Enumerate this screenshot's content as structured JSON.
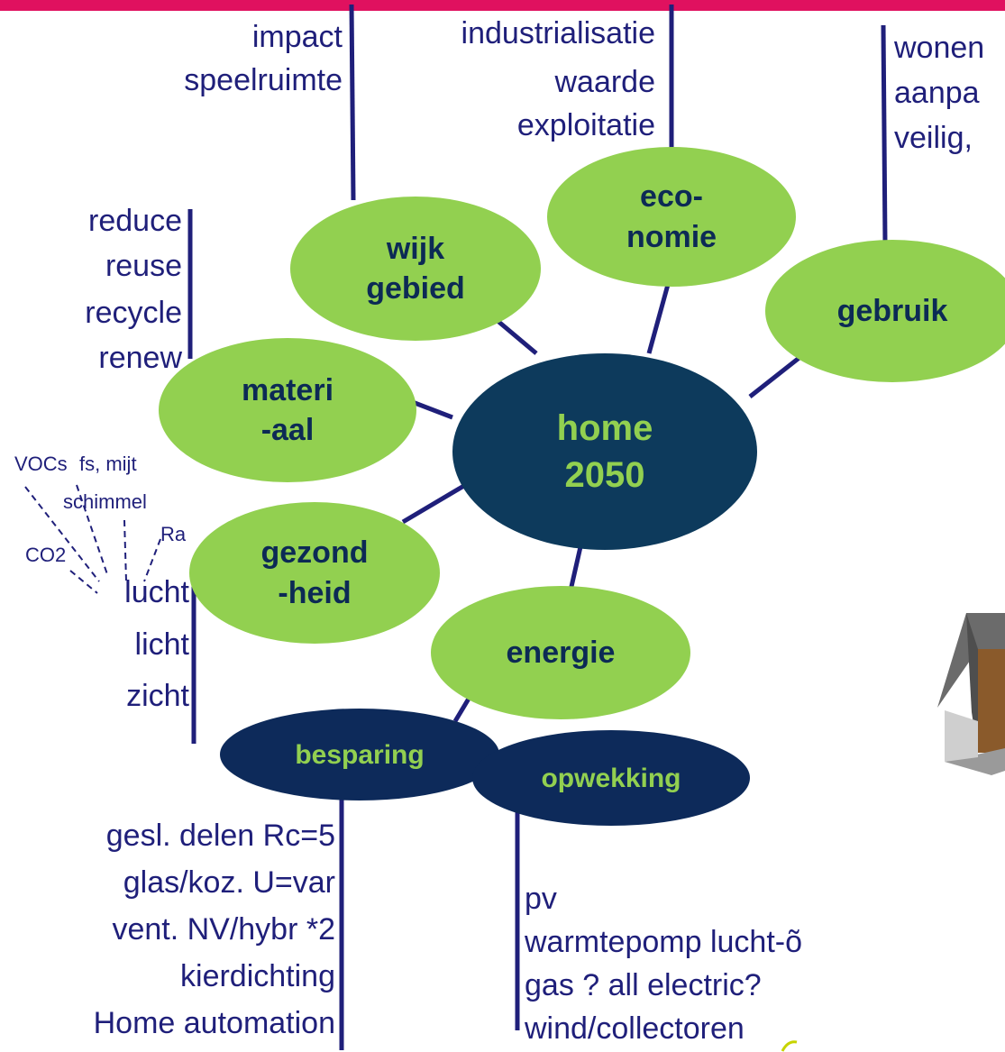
{
  "center": {
    "line1": "home",
    "line2": "2050"
  },
  "nodes": {
    "wijk": {
      "line1": "wijk",
      "line2": "gebied"
    },
    "economie": {
      "line1": "eco-",
      "line2": "nomie"
    },
    "gebruik": {
      "line1": "gebruik"
    },
    "materiaal": {
      "line1": "materi",
      "line2": "-aal"
    },
    "gezondheid": {
      "line1": "gezond",
      "line2": "-heid"
    },
    "energie": {
      "line1": "energie"
    },
    "besparing": {
      "line1": "besparing"
    },
    "opwekking": {
      "line1": "opwekking"
    }
  },
  "lists": {
    "wijk": [
      "impact",
      "speelruimte"
    ],
    "economie": [
      "industrialisatie",
      "waarde",
      "exploitatie"
    ],
    "gebruik": [
      "wonen",
      "aanpa",
      "veilig,"
    ],
    "materiaal": [
      "reduce",
      "reuse",
      "recycle",
      "renew"
    ],
    "gezondheid": [
      "lucht",
      "licht",
      "zicht"
    ],
    "lucht_sub": [
      "VOCs",
      "fs, mijt",
      "schimmel",
      "CO2",
      "Ra"
    ],
    "besparing": [
      "gesl. delen Rc=5",
      "glas/koz. U=var",
      "vent. NV/hybr *2",
      "kierdichting",
      "Home automation"
    ],
    "opwekking": [
      "pv",
      "warmtepomp lucht-õ",
      "gas ? all electric?",
      "wind/collectoren"
    ]
  },
  "colors": {
    "accent_bar": "#e0115f",
    "node_green": "#92d050",
    "center_dark": "#0d3a5c",
    "sub_dark": "#0d2a5a",
    "line_navy": "#1f1f7a"
  }
}
